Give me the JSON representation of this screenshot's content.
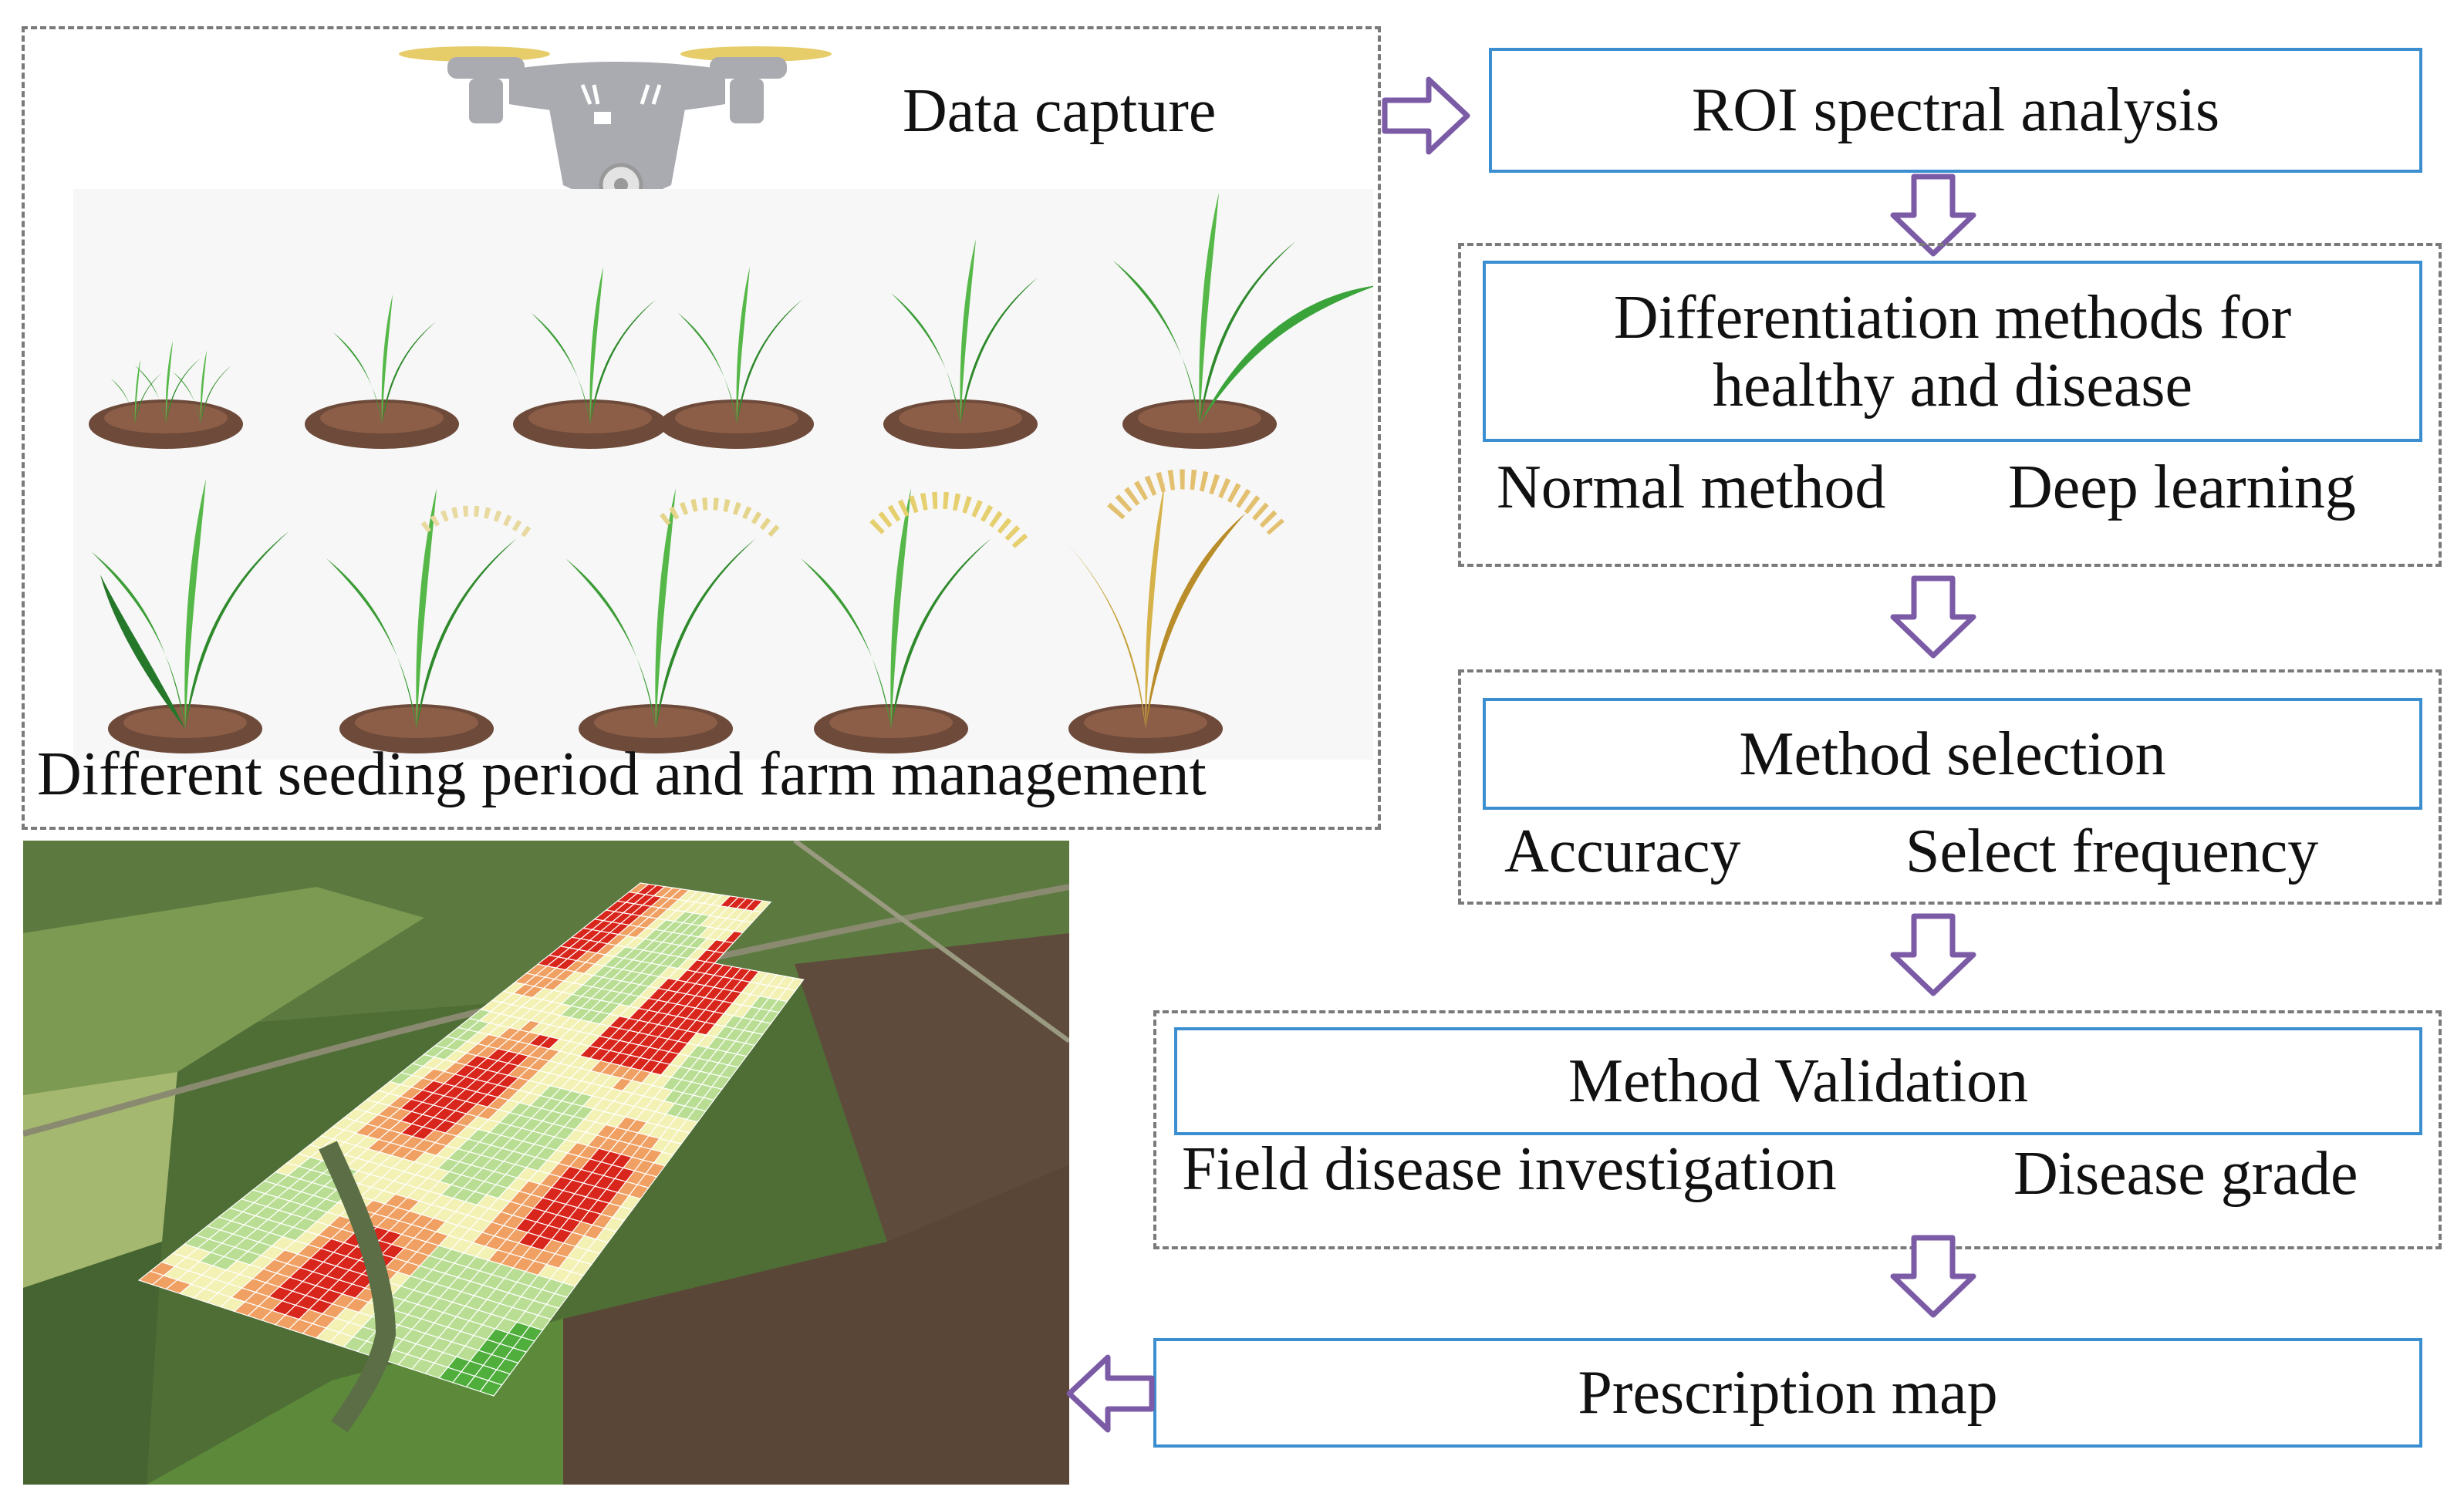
{
  "capture": {
    "title": "Data capture",
    "caption": "Different seeding period and farm management"
  },
  "steps": {
    "roi": "ROI spectral analysis",
    "differentiation": {
      "title": "Differentiation methods for healthy and disease",
      "options": [
        "Normal method",
        "Deep learning"
      ]
    },
    "selection": {
      "title": "Method selection",
      "options": [
        "Accuracy",
        "Select frequency"
      ]
    },
    "validation": {
      "title": "Method Validation",
      "options": [
        "Field disease investigation",
        "Disease grade"
      ]
    },
    "prescription": "Prescription map"
  },
  "colors": {
    "box_border": "#3b8fd0",
    "dash_border": "#7a7a7a",
    "arrow": "#7b5aa6",
    "severe": "#d9261c",
    "moderate": "#f0a062",
    "mild": "#f3f1b4",
    "healthy_light": "#b9de93",
    "healthy": "#4fae3c"
  },
  "icons": [
    "drone-icon",
    "rice-plant-icon",
    "arrow-right-icon",
    "arrow-down-icon",
    "arrow-left-icon"
  ]
}
